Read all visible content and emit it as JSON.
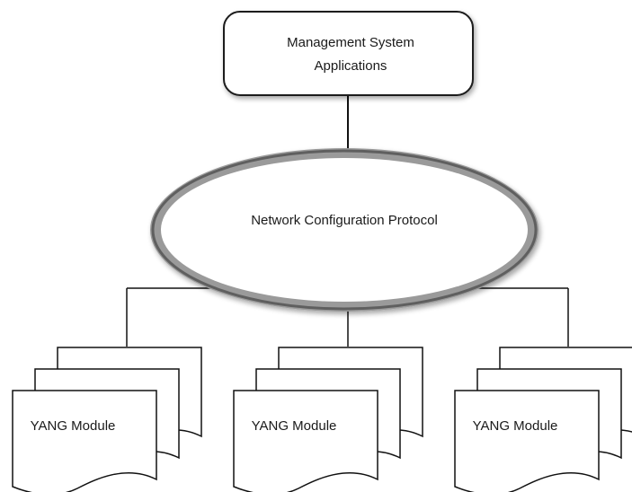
{
  "management": {
    "line1": "Management System",
    "line2": "Applications"
  },
  "protocol": {
    "label": "Network Configuration Protocol"
  },
  "modules": [
    {
      "label": "YANG Module"
    },
    {
      "label": "YANG Module"
    },
    {
      "label": "YANG Module"
    }
  ]
}
